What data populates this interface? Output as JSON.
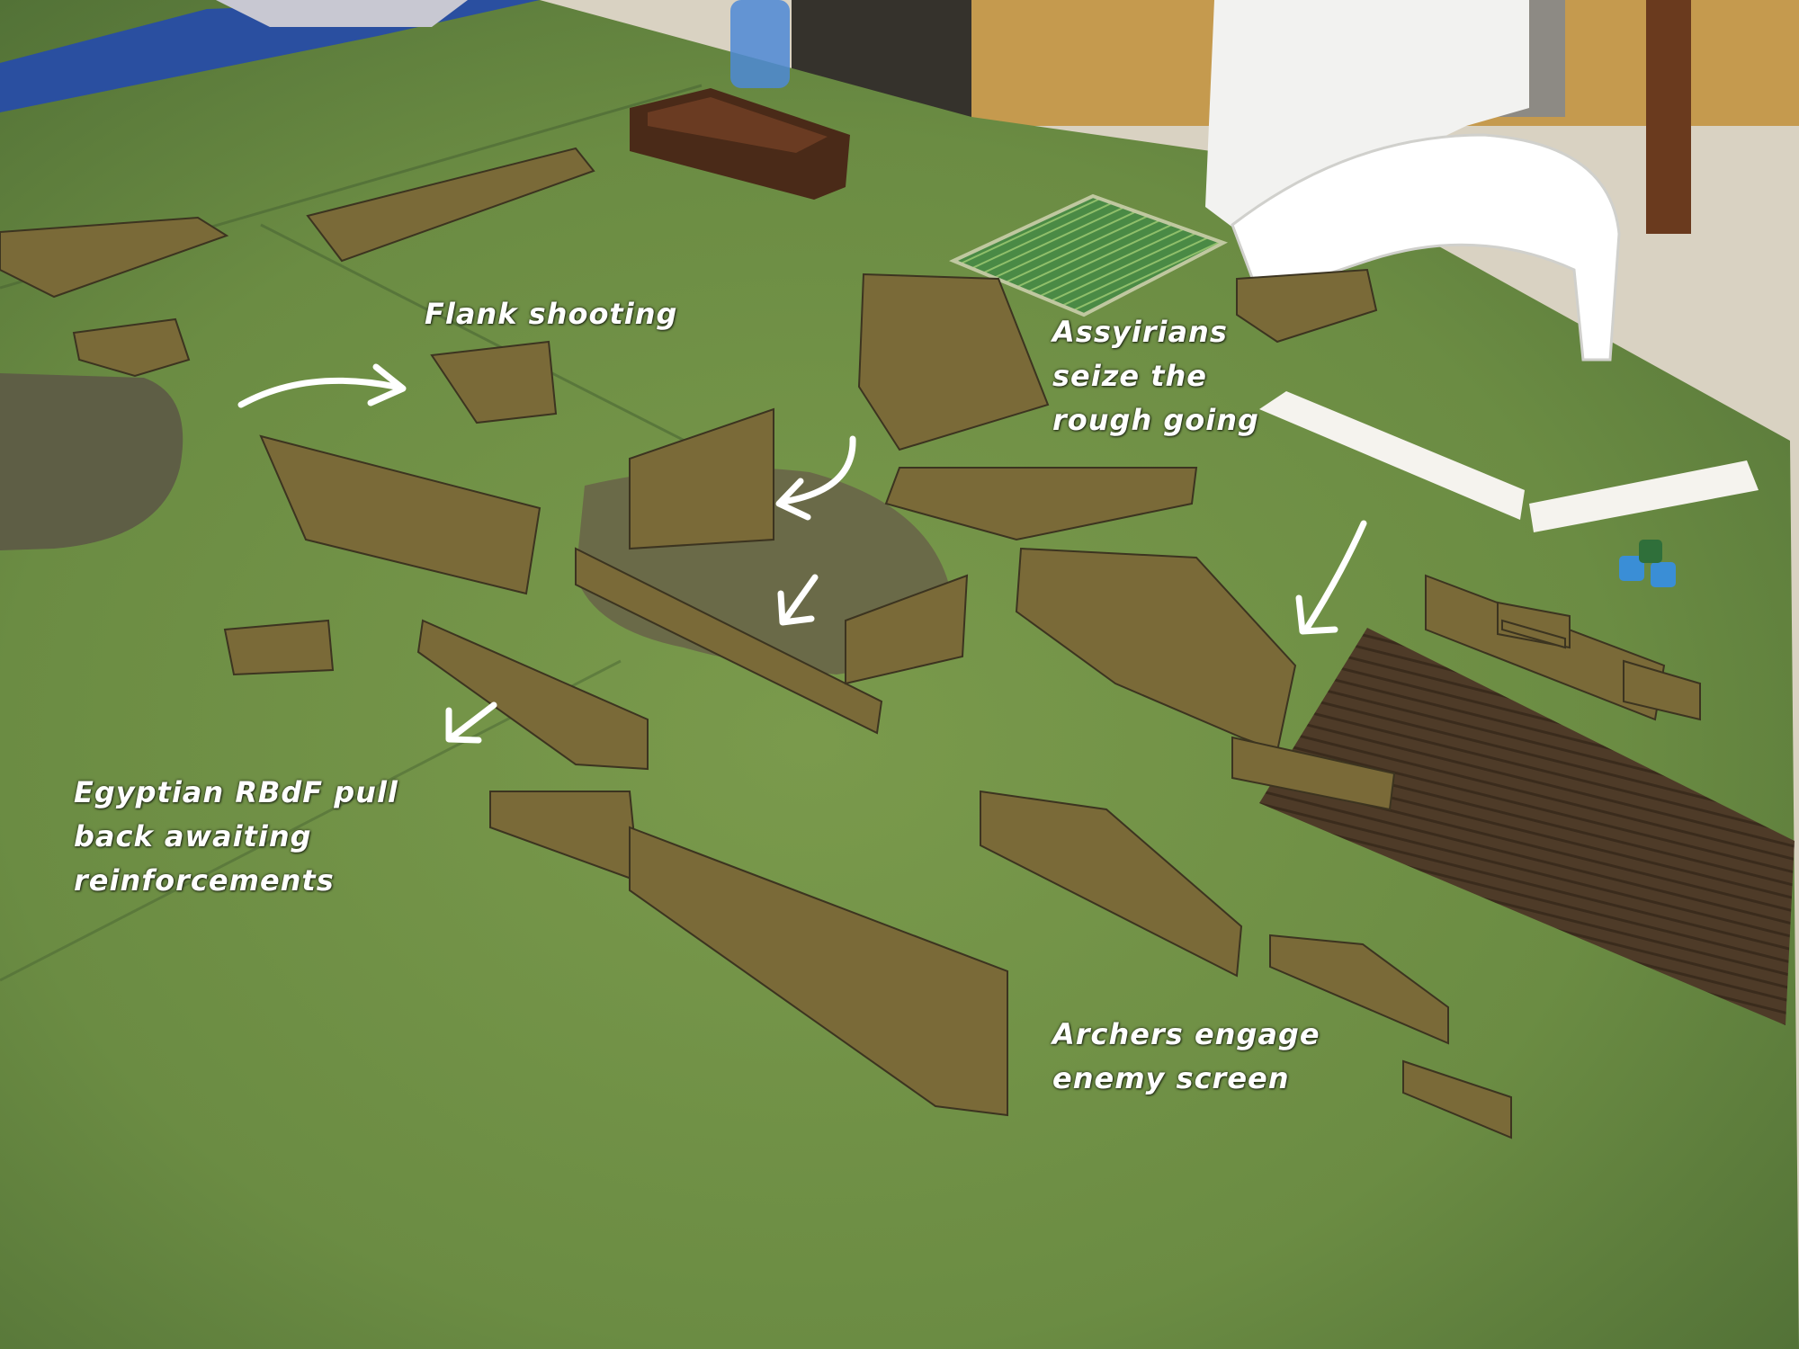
{
  "scene": {
    "subject": "tabletop wargame with painted miniatures on green terrain boards",
    "colors": {
      "felt": "#6f8f45",
      "felt_dark": "#56753a",
      "rough_going": "#5a5a40",
      "plough": "#4e3b28",
      "floor": "#d9d2c2",
      "wall": "#c59a4e",
      "chair": "#f2f2f0",
      "caption": "#ffffff"
    }
  },
  "captions": {
    "flank": {
      "lines": [
        "Flank shooting"
      ]
    },
    "assyrians": {
      "lines": [
        "Assyirians",
        "seize the",
        "rough going"
      ]
    },
    "egyptian": {
      "lines": [
        "Egyptian RBdF pull",
        "back awaiting",
        "reinforcements"
      ]
    },
    "archers": {
      "lines": [
        "Archers engage",
        "enemy screen"
      ]
    }
  },
  "arrows": [
    {
      "name": "flank-arrow-icon",
      "direction": "right"
    },
    {
      "name": "descend-arrow-icon",
      "direction": "down-left"
    },
    {
      "name": "advance-arrow-icon",
      "direction": "down-left"
    },
    {
      "name": "assyrian-arrow-icon",
      "direction": "down"
    },
    {
      "name": "pullback-arrow-icon",
      "direction": "down-left"
    }
  ]
}
